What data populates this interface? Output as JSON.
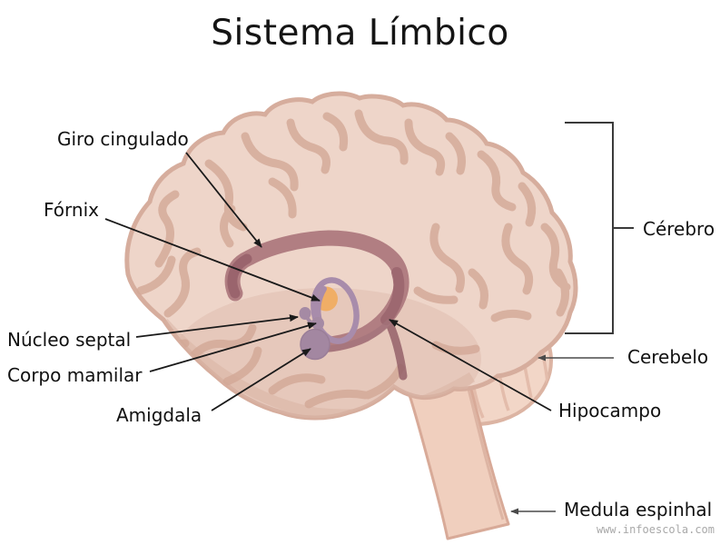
{
  "title": "Sistema Límbico",
  "labels": {
    "giro_cingulado": "Giro cingulado",
    "fornix": "Fórnix",
    "nucleo_septal": "Núcleo septal",
    "corpo_mamilar": "Corpo mamilar",
    "amigdala": "Amigdala",
    "cerebro": "Cérebro",
    "cerebelo": "Cerebelo",
    "hipocampo": "Hipocampo",
    "medula_espinhal": "Medula espinhal"
  },
  "watermark": "www.infoescola.com",
  "colors": {
    "background": "#ffffff",
    "brain_fill": "#eed5c9",
    "brain_outline": "#d6ad9d",
    "gyri": "#d3a897",
    "cerebellum_fill": "#f2d6c7",
    "cerebellum_striation": "#e3bcab",
    "brainstem_fill": "#f0cfbe",
    "limbic_band": "#b17e82",
    "limbic_band_dark": "#9a646d",
    "fornix_purple": "#a88cab",
    "nuclei_purple": "#a58aa4",
    "thalamus_orange": "#f0ae66",
    "annotation_line": "#1a1a1a",
    "bracket_line": "#3a3a3a",
    "text": "#111111",
    "watermark_gray": "#a9a9a9"
  }
}
